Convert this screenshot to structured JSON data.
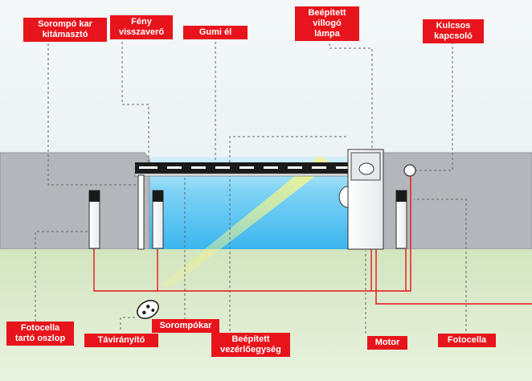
{
  "labels": {
    "sorompo_kar_kitamaszto": [
      "Sorompó kar",
      "kitámasztó"
    ],
    "feny_visszavero": [
      "Fény",
      "visszaverő"
    ],
    "gumi_el": [
      "Gumi él"
    ],
    "beepitett_villogo_lampa": [
      "Beépített",
      "villogó",
      "lámpa"
    ],
    "kulcsos_kapcsolo": [
      "Kulcsos",
      "kapcsoló"
    ],
    "fotocella_tarto_oszlop": [
      "Fotocella",
      "tartó oszlop"
    ],
    "taviranyito": [
      "Távirányító"
    ],
    "sorompokar": [
      "Sorompókar"
    ],
    "beepitett_vezerloegyseg": [
      "Beépített",
      "vezérlőegység"
    ],
    "motor": [
      "Motor"
    ],
    "fotocella": [
      "Fotocella"
    ]
  },
  "colors": {
    "label_bg": "#e8141c",
    "label_text": "#ffffff",
    "wire": "#e8141c",
    "wall": "#b4b7bc",
    "grass": "#d7e8c6",
    "sky": "#5bc6f2",
    "beam": "#f1f3a6",
    "leader": "#555555"
  }
}
